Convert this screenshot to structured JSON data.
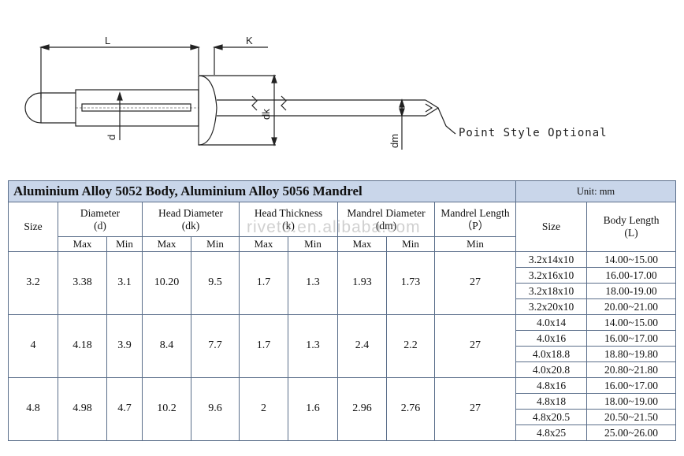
{
  "drawing": {
    "labels": {
      "L": "L",
      "K": "K",
      "d": "d",
      "dk": "dk",
      "dm": "dm"
    },
    "callout": "Point Style Optional"
  },
  "table": {
    "title": "Aluminium Alloy 5052 Body, Aluminium Alloy 5056 Mandrel",
    "unit": "Unit: mm",
    "headers": {
      "size": "Size",
      "diameter": "Diameter",
      "diameter_sym": "(d)",
      "head_diameter": "Head Diameter",
      "head_diameter_sym": "(dk)",
      "head_thickness": "Head Thickness",
      "head_thickness_sym": "(k)",
      "mandrel_diameter": "Mandrel Diameter",
      "mandrel_diameter_sym": "(dm)",
      "mandrel_length": "Mandrel Length",
      "mandrel_length_sym": "（P）",
      "size_right": "Size",
      "body_length": "Body Length",
      "body_length_sym": "(L)"
    },
    "sub": {
      "max": "Max",
      "min": "Min"
    },
    "groups": [
      {
        "size": "3.2",
        "d_max": "3.38",
        "d_min": "3.1",
        "dk_max": "10.20",
        "dk_min": "9.5",
        "k_max": "1.7",
        "k_min": "1.3",
        "dm_max": "1.93",
        "dm_min": "1.73",
        "p_min": "27",
        "rows": [
          {
            "size": "3.2x14x10",
            "length": "14.00~15.00"
          },
          {
            "size": "3.2x16x10",
            "length": "16.00-17.00"
          },
          {
            "size": "3.2x18x10",
            "length": "18.00-19.00"
          },
          {
            "size": "3.2x20x10",
            "length": "20.00~21.00"
          }
        ]
      },
      {
        "size": "4",
        "d_max": "4.18",
        "d_min": "3.9",
        "dk_max": "8.4",
        "dk_min": "7.7",
        "k_max": "1.7",
        "k_min": "1.3",
        "dm_max": "2.4",
        "dm_min": "2.2",
        "p_min": "27",
        "rows": [
          {
            "size": "4.0x14",
            "length": "14.00~15.00"
          },
          {
            "size": "4.0x16",
            "length": "16.00~17.00"
          },
          {
            "size": "4.0x18.8",
            "length": "18.80~19.80"
          },
          {
            "size": "4.0x20.8",
            "length": "20.80~21.80"
          }
        ]
      },
      {
        "size": "4.8",
        "d_max": "4.98",
        "d_min": "4.7",
        "dk_max": "10.2",
        "dk_min": "9.6",
        "k_max": "2",
        "k_min": "1.6",
        "dm_max": "2.96",
        "dm_min": "2.76",
        "p_min": "27",
        "rows": [
          {
            "size": "4.8x16",
            "length": "16.00~17.00"
          },
          {
            "size": "4.8x18",
            "length": "18.00~19.00"
          },
          {
            "size": "4.8x20.5",
            "length": "20.50~21.50"
          },
          {
            "size": "4.8x25",
            "length": "25.00~26.00"
          }
        ]
      }
    ],
    "watermark": "riveto.en.alibaba.com"
  }
}
